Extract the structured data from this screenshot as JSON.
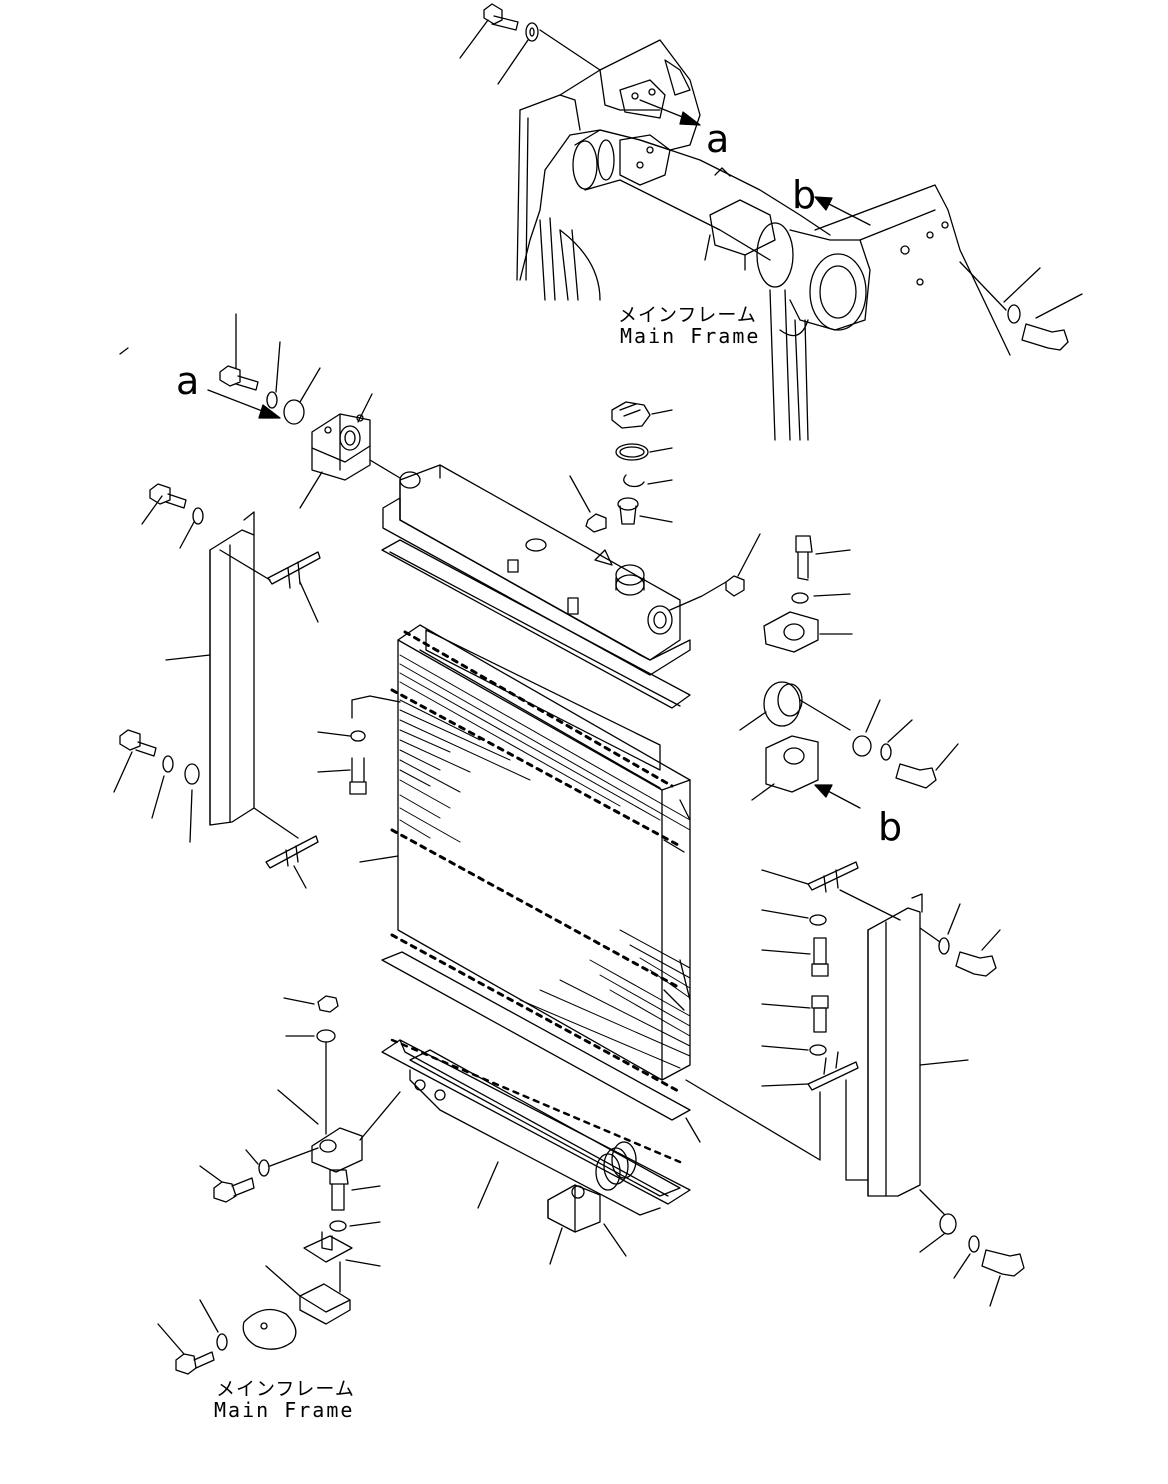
{
  "labels": {
    "frame_jp": "メインフレーム",
    "frame_en": "Main Frame",
    "ref_a": "a",
    "ref_b": "b"
  },
  "colors": {
    "ink": "#000000",
    "paper": "#ffffff"
  }
}
